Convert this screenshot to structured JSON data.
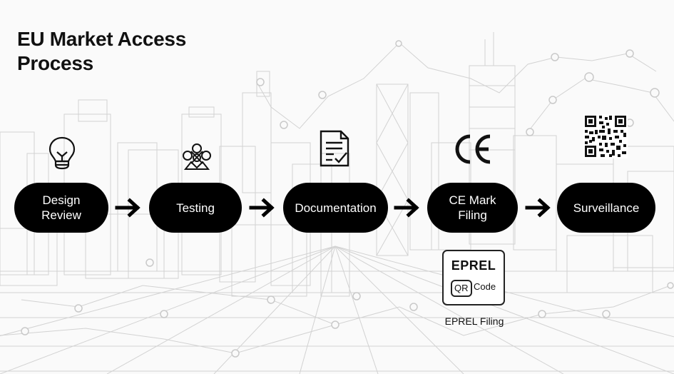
{
  "title": {
    "line1": "EU Market Access",
    "line2": "Process"
  },
  "steps": [
    {
      "label": "Design\nReview",
      "icon": "lightbulb-icon"
    },
    {
      "label": "Testing",
      "icon": "molecule-icon"
    },
    {
      "label": "Documentation",
      "icon": "document-check-icon"
    },
    {
      "label": "CE Mark\nFiling",
      "icon": "ce-mark-icon",
      "icon_text": "CE"
    },
    {
      "label": "Surveillance",
      "icon": "qr-code-icon"
    }
  ],
  "eprel": {
    "card_title": "EPREL",
    "qr_label": "QR",
    "code_label": "Code",
    "caption": "EPREL Filing"
  },
  "colors": {
    "pill": "#000000",
    "pill_text": "#ffffff",
    "background": "#fafafa",
    "sketch": "#c8c8c8"
  }
}
